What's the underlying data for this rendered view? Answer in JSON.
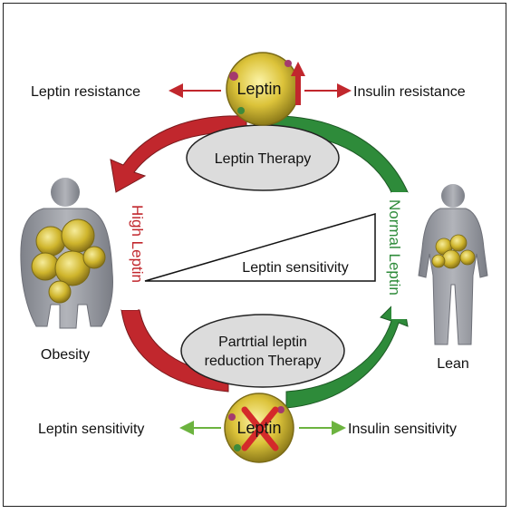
{
  "top": {
    "cell_label": "Leptin",
    "left_effect": "Leptin resistance",
    "right_effect": "Insulin resistance"
  },
  "bottom": {
    "cell_label": "Leptin",
    "left_effect": "Leptin sensitivity",
    "right_effect": "Insulin sensitivity"
  },
  "left": {
    "figure_label": "Obesity",
    "arc_label": "High Leptin"
  },
  "right": {
    "figure_label": "Lean",
    "arc_label": "Normal Leptin"
  },
  "center": {
    "top_therapy": "Leptin Therapy",
    "bottom_therapy_line1": "Partrtial leptin",
    "bottom_therapy_line2": "reduction Therapy",
    "wedge_label": "Leptin sensitivity"
  },
  "colors": {
    "high": "#c1272d",
    "normal": "#2e8b3a",
    "figure": "#9a9ca3",
    "fat": "#d9c233",
    "arrow_left_top": "#c1272d",
    "arrow_bottom": "#6cb33f"
  },
  "icons": {
    "top_indicator": "up-arrow",
    "bottom_indicator": "red-x"
  }
}
